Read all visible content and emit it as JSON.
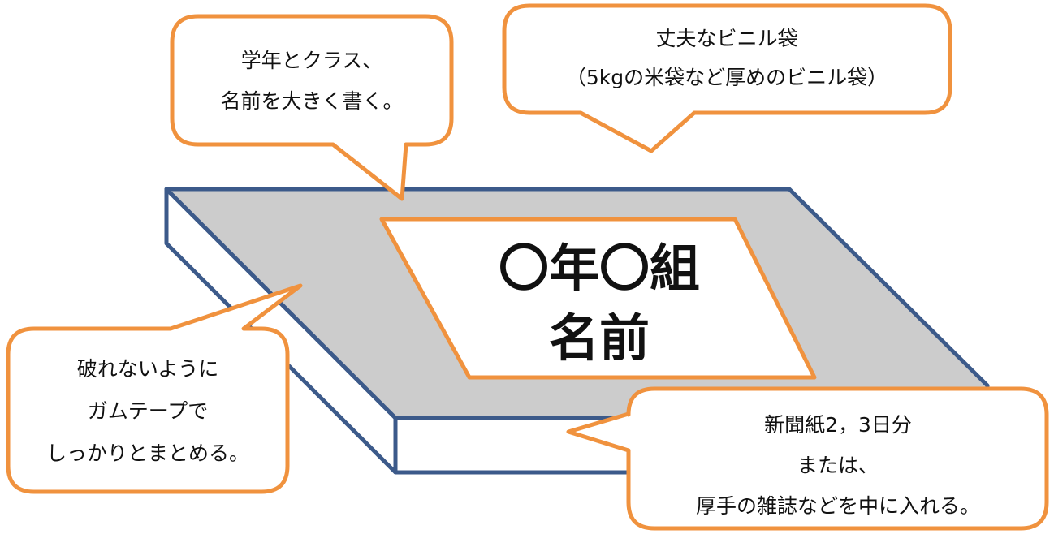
{
  "colors": {
    "bag_outline": "#3c5a8a",
    "bag_top": "#cccccc",
    "bag_side": "#ffffff",
    "callout_border": "#f0923e",
    "label_border": "#f0923e",
    "text": "#111111"
  },
  "name_label": {
    "line1": "〇年〇組",
    "line2": "名前"
  },
  "callouts": {
    "name": {
      "line1": "学年とクラス、",
      "line2": "名前を大きく書く。"
    },
    "bag": {
      "line1": "丈夫なビニル袋",
      "line2": "（5kgの米袋など厚めのビニル袋）"
    },
    "tape": {
      "line1": "破れないように",
      "line2": "ガムテープで",
      "line3": "しっかりとまとめる。"
    },
    "paper": {
      "line1": "新聞紙2，3日分",
      "line2": "または、",
      "line3": "厚手の雑誌などを中に入れる。"
    }
  }
}
